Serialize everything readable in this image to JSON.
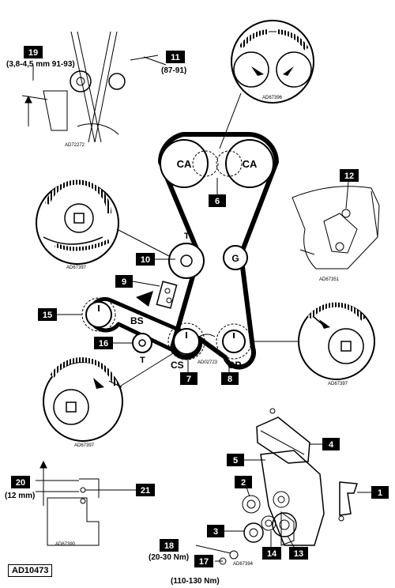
{
  "sheet_id": "AD10473",
  "callouts": {
    "c1": "1",
    "c2": "2",
    "c3": "3",
    "c4": "4",
    "c5": "5",
    "c6": "6",
    "c7": "7",
    "c8": "8",
    "c9": "9",
    "c10": "10",
    "c11": "11",
    "c12": "12",
    "c13": "13",
    "c14": "14",
    "c15": "15",
    "c16": "16",
    "c17": "17",
    "c18": "18",
    "c19": "19",
    "c20": "20",
    "c21": "21"
  },
  "specs": {
    "s19": "(3,8-4,5 mm 91-93)",
    "s11": "(87-91)",
    "s20": "(12 mm)",
    "s18": "(20-30 Nm)",
    "s17": "(110-130 Nm)"
  },
  "pulleys": {
    "ca_left": "CA",
    "ca_right": "CA",
    "tensioner": "T",
    "idler": "G",
    "balance_shaft": "BS",
    "bs_tensioner": "T",
    "crankshaft": "CS",
    "oil_pump": "OP"
  },
  "refs": {
    "r1": "AD72272",
    "r2": "AD67396",
    "r3": "AD67397",
    "r4": "AD67351",
    "r5": "AD02723",
    "r6": "AD67397",
    "r7": "AD67397",
    "r8": "AD67390",
    "r9": "AD67394"
  }
}
